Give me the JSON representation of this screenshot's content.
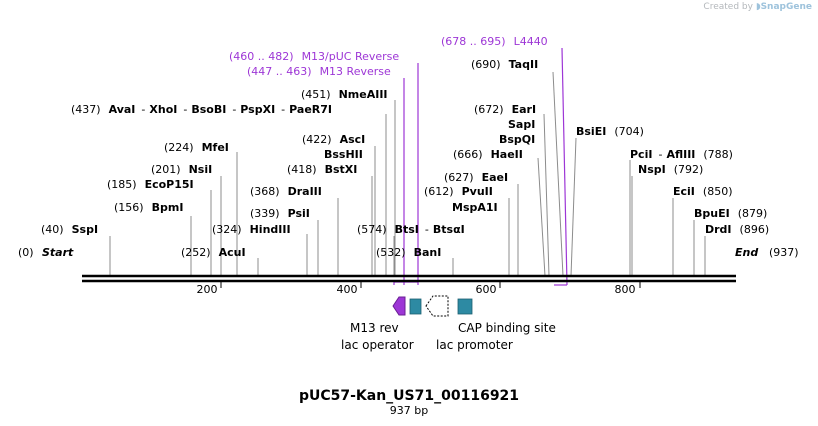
{
  "credit": {
    "prefix": "Created by",
    "brand": "SnapGene"
  },
  "map": {
    "title": "pUC57-Kan_US71_00116921",
    "subtitle": "937 bp",
    "total_bp": 937,
    "start_label": "Start",
    "start_pos": "(0)",
    "end_label": "End",
    "end_pos": "(937)",
    "ruler_ticks": [
      "200",
      "400",
      "600",
      "800"
    ],
    "primer_color": "#9d36d6",
    "feature_color": "#2d8aa3"
  },
  "sites": [
    {
      "pos": "(40)",
      "names": [
        "SspI"
      ]
    },
    {
      "pos": "(156)",
      "names": [
        "BpmI"
      ]
    },
    {
      "pos": "(185)",
      "names": [
        "EcoP15I"
      ]
    },
    {
      "pos": "(201)",
      "names": [
        "NsiI"
      ]
    },
    {
      "pos": "(224)",
      "names": [
        "MfeI"
      ]
    },
    {
      "pos": "(252)",
      "names": [
        "AcuI"
      ]
    },
    {
      "pos": "(324)",
      "names": [
        "HindIII"
      ]
    },
    {
      "pos": "(339)",
      "names": [
        "PsiI"
      ]
    },
    {
      "pos": "(368)",
      "names": [
        "DraIII"
      ]
    },
    {
      "pos": "(418)",
      "names": [
        "BstXI"
      ]
    },
    {
      "pos": "(422)",
      "names": [
        "AscI",
        "BssHII"
      ]
    },
    {
      "pos": "(437)",
      "names": [
        "AvaI",
        "XhoI",
        "BsoBI",
        "PspXI",
        "PaeR7I"
      ]
    },
    {
      "pos": "(451)",
      "names": [
        "NmeAIII"
      ]
    },
    {
      "pos": "(574)",
      "names": [
        "BtsI",
        "BtsαI"
      ]
    },
    {
      "pos": "(532)",
      "names": [
        "BanI"
      ]
    },
    {
      "pos": "(612)",
      "names": [
        "PvuII",
        "MspA1I"
      ]
    },
    {
      "pos": "(627)",
      "names": [
        "EaeI"
      ]
    },
    {
      "pos": "(666)",
      "names": [
        "HaeII"
      ]
    },
    {
      "pos": "(672)",
      "names": [
        "EarI",
        "SapI",
        "BspQI"
      ]
    },
    {
      "pos": "(690)",
      "names": [
        "TaqII"
      ]
    },
    {
      "pos": "(704)",
      "names": [
        "BsiEI"
      ]
    },
    {
      "pos": "(788)",
      "names": [
        "PciI",
        "AflIII"
      ]
    },
    {
      "pos": "(792)",
      "names": [
        "NspI"
      ]
    },
    {
      "pos": "(850)",
      "names": [
        "EciI"
      ]
    },
    {
      "pos": "(879)",
      "names": [
        "BpuEI"
      ]
    },
    {
      "pos": "(896)",
      "names": [
        "DrdI"
      ]
    }
  ],
  "primers": [
    {
      "range": "(447 .. 463)",
      "name": "M13 Reverse"
    },
    {
      "range": "(460 .. 482)",
      "name": "M13/pUC Reverse"
    },
    {
      "range": "(678 .. 695)",
      "name": "L4440"
    }
  ],
  "features": [
    {
      "name": "M13 rev",
      "type": "primer_bind"
    },
    {
      "name": "lac operator",
      "type": "protein_bind"
    },
    {
      "name": "lac promoter",
      "type": "promoter"
    },
    {
      "name": "CAP binding site",
      "type": "protein_bind"
    }
  ]
}
